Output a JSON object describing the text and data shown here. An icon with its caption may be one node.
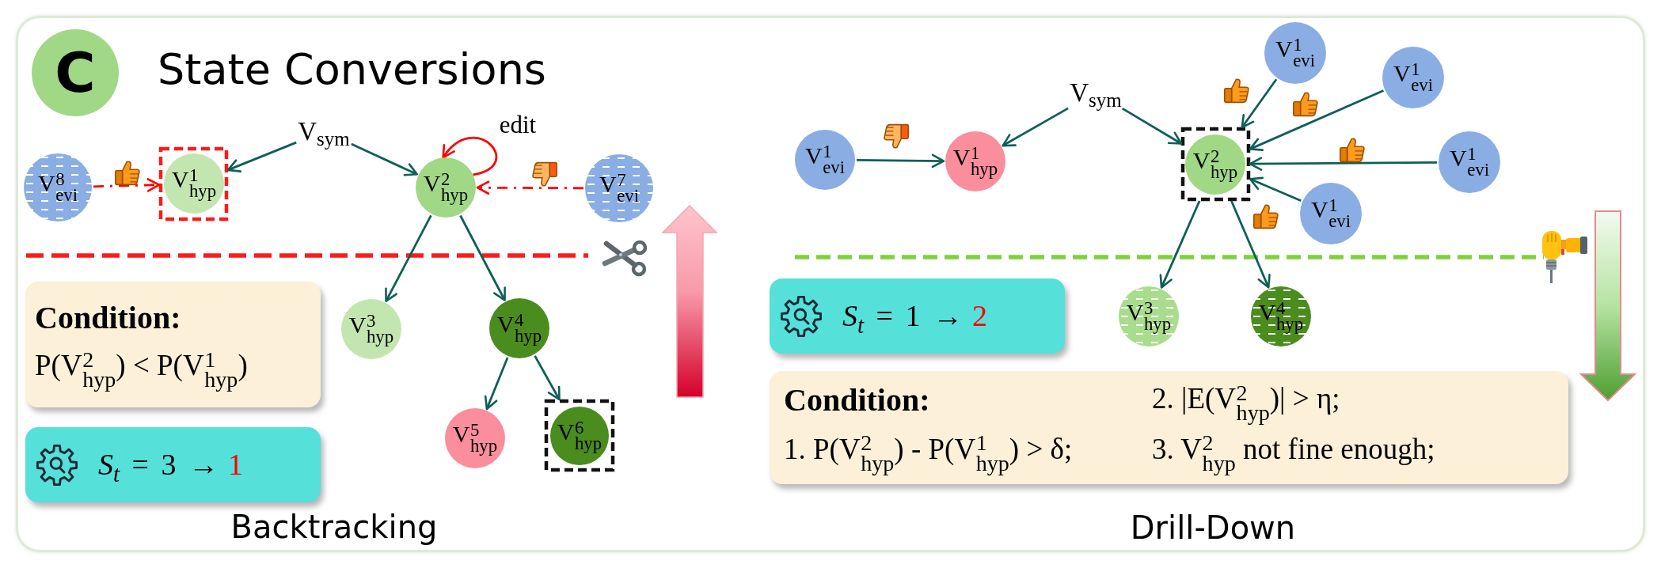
{
  "diagram": {
    "title": "State Conversions",
    "nodes": [
      {
        "text": [
          "C"
        ]
      },
      {
        "text": [
          "V$_{sym}$"
        ]
      },
      {
        "text": [
          "V$^{8}$$_{evi}$"
        ]
      },
      {
        "text": [
          "V$^{1}$$_{hyp}$"
        ]
      },
      {
        "text": [
          "V$^{2}$$_{hyp}$"
        ]
      },
      {
        "text": [
          "V$^{7}$$_{evi}$"
        ]
      },
      {
        "text": [
          "V$^{3}$$_{hyp}$"
        ]
      },
      {
        "text": [
          "V$^{4}$$_{hyp}$"
        ]
      },
      {
        "text": [
          "V$^{5}$$_{hyp}$"
        ]
      },
      {
        "text": [
          "V$^{6}$$_{hyp}$"
        ]
      },
      {
        "text": [
          "Condition:",
          "P(V$^{2}$$_{hyp}$) < P(V$^{1}$$_{hyp}$)"
        ]
      },
      {
        "text": [
          "*S*$_{t}$ = 3 →",
          "1"
        ]
      },
      {
        "text": [
          "V$^{1}$$_{evi}$"
        ]
      },
      {
        "text": [
          "V$^{1}$$_{evi}$"
        ]
      },
      {
        "text": [
          "V$_{sym}$"
        ]
      },
      {
        "text": [
          "V$^{1}$$_{evi}$"
        ]
      },
      {
        "text": [
          "V$^{1}$$_{hyp}$"
        ]
      },
      {
        "text": [
          "V$^{1}$$_{evi}$"
        ]
      },
      {
        "text": [
          "V$^{2}$$_{hyp}$"
        ]
      },
      {
        "text": [
          "V$^{1}$$_{evi}$"
        ]
      },
      {
        "text": [
          "V$^{3}$$_{hyp}$"
        ]
      },
      {
        "text": [
          "V$^{4}$$_{hyp}$"
        ]
      },
      {
        "text": [
          "*S*$_{t}$ = 1 →",
          "2"
        ]
      },
      {
        "text": [
          "Condition:",
          "2. |E(V$^{2}$$_{hyp}$)| > η;",
          "1. P(V$^{2}$$_{hyp}$) - P(V$^{1}$$_{hyp}$) > δ;",
          "3. V$^{2}$$_{hyp}$ not fine enough;"
        ]
      }
    ],
    "edges": [
      {
        "from": 1,
        "to": 3,
        "arrow": "to"
      },
      {
        "from": 1,
        "to": 4,
        "arrow": "to"
      },
      {
        "from": 2,
        "to": 3,
        "arrow": "to",
        "style": "dashed",
        "color": "#ff0000"
      },
      {
        "from": 4,
        "to": 4,
        "arrow": "to",
        "label": "edit",
        "color": "#ff0000"
      },
      {
        "from": 5,
        "to": 4,
        "arrow": "to",
        "style": "dashed",
        "color": "#ff0000"
      },
      {
        "from": 4,
        "to": 6,
        "arrow": "to"
      },
      {
        "from": 4,
        "to": 7,
        "arrow": "to"
      },
      {
        "from": 7,
        "to": 8,
        "arrow": "to"
      },
      {
        "from": 7,
        "to": 9,
        "arrow": "to"
      },
      {
        "from": 15,
        "to": 16,
        "arrow": "to"
      },
      {
        "from": 14,
        "to": 16,
        "arrow": "to"
      },
      {
        "from": 14,
        "to": 18,
        "arrow": "to"
      },
      {
        "from": 12,
        "to": 18,
        "arrow": "to"
      },
      {
        "from": 13,
        "to": 18,
        "arrow": "to"
      },
      {
        "from": 17,
        "to": 18,
        "arrow": "to"
      },
      {
        "from": 19,
        "to": 18,
        "arrow": "to"
      },
      {
        "from": 18,
        "to": 20,
        "arrow": "to"
      },
      {
        "from": 18,
        "to": 21,
        "arrow": "to"
      }
    ],
    "labels": [
      "Backtracking",
      "Drill-Down"
    ]
  }
}
